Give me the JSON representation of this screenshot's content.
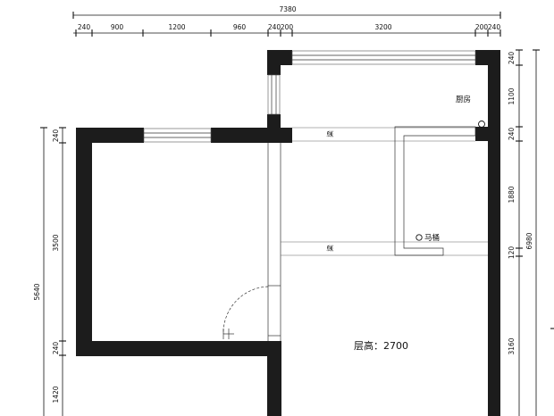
{
  "dimensions": {
    "top_total": "7380",
    "top_segments": [
      "240",
      "900",
      "1200",
      "960",
      "240",
      "200",
      "3200",
      "200",
      "240"
    ],
    "left_total": "5640",
    "left_segments": [
      "240",
      "3500",
      "240",
      "1420"
    ],
    "right_total": "6980",
    "right_segments": [
      "240",
      "1100",
      "240",
      "1880",
      "120",
      "3160"
    ]
  },
  "rooms": {
    "kitchen": "厨房",
    "toilet": "马桶"
  },
  "beams": [
    "梁",
    "梁"
  ],
  "note": "层高：2700",
  "colors": {
    "wall": "#1c1c1c",
    "line": "#111111"
  }
}
